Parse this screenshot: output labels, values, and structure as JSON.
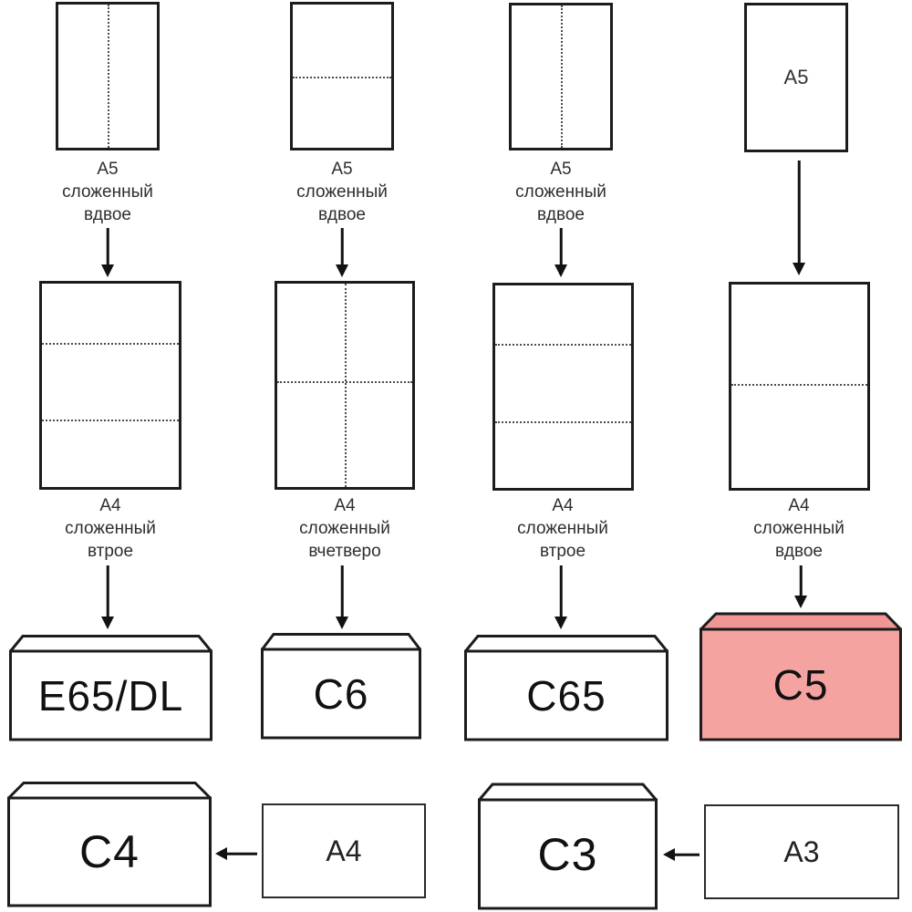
{
  "columns": [
    {
      "top_caption": "A5\nсложенный\nвдвое",
      "mid_caption": "A4\nсложенный\nвтрое",
      "envelope_label": "E65/DL"
    },
    {
      "top_caption": "A5\nсложенный\nвдвое",
      "mid_caption": "A4\nсложенный\nвчетверо",
      "envelope_label": "C6"
    },
    {
      "top_caption": "A5\nсложенный\nвдвое",
      "mid_caption": "A4\nсложенный\nвтрое",
      "envelope_label": "C65"
    },
    {
      "top_sheet_label": "A5",
      "mid_caption": "A4\nсложенный\nвдвое",
      "envelope_label": "C5"
    }
  ],
  "bottom": [
    {
      "envelope_label": "C4",
      "paper_label": "A4"
    },
    {
      "envelope_label": "C3",
      "paper_label": "A3"
    }
  ],
  "colors": {
    "highlight_body": "#f5a3a0",
    "highlight_lid": "#f09694",
    "line": "#1c1c1c"
  }
}
